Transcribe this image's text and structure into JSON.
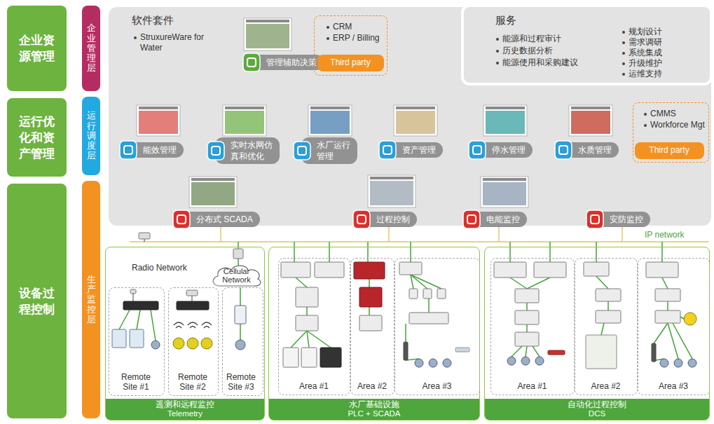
{
  "diagram": {
    "nodes": [
      {
        "text": [
          "企业资源管理"
        ]
      },
      {
        "text": [
          "企业管理层"
        ]
      },
      {
        "text": [
          "软件套件",
          "StruxureWare for Water"
        ]
      },
      {
        "text": [
          "管理辅助决策"
        ],
        "in": 2
      },
      {
        "text": [
          "CRM",
          "ERP / Billing"
        ],
        "in": 2
      },
      {
        "text": [
          "Third party"
        ],
        "in": 4
      },
      {
        "text": [
          "服务",
          "能源和过程审计",
          "历史数据分析",
          "能源使用和采购建议",
          "规划设计",
          "需求调研",
          "系统集成",
          "升级维护",
          "运维支持"
        ]
      },
      {
        "text": [
          "运行优化和资产管理"
        ]
      },
      {
        "text": [
          "运行调度层"
        ]
      },
      {
        "text": [
          "能效管理"
        ]
      },
      {
        "text": [
          "实时水网仿真和优化"
        ]
      },
      {
        "text": [
          "水厂运行管理"
        ]
      },
      {
        "text": [
          "资产管理"
        ]
      },
      {
        "text": [
          "停水管理"
        ]
      },
      {
        "text": [
          "水质管理"
        ]
      },
      {
        "text": [
          "CMMS",
          "Workforce Mgt"
        ]
      },
      {
        "text": [
          "Third party"
        ],
        "in": 15
      },
      {
        "text": [
          "设备过程控制"
        ]
      },
      {
        "text": [
          "生产监控层"
        ]
      },
      {
        "text": [
          "分布式 SCADA"
        ]
      },
      {
        "text": [
          "过程控制"
        ]
      },
      {
        "text": [
          "电能监控"
        ]
      },
      {
        "text": [
          "安防监控"
        ]
      },
      {
        "text": [
          "遥测和远程监控",
          "Telemetry"
        ]
      },
      {
        "text": [
          "Cellular Network"
        ],
        "in": 23
      },
      {
        "text": [
          "Remote Site #1"
        ],
        "in": 23
      },
      {
        "text": [
          "Remote Site #2"
        ],
        "in": 23
      },
      {
        "text": [
          "Remote Site #3"
        ],
        "in": 23
      },
      {
        "text": [
          "水厂基础设施",
          "PLC + SCADA"
        ]
      },
      {
        "text": [
          "Area #1"
        ],
        "in": 28
      },
      {
        "text": [
          "Area #2"
        ],
        "in": 28
      },
      {
        "text": [
          "Area #3"
        ],
        "in": 28
      },
      {
        "text": [
          "自动化过程控制",
          "DCS"
        ]
      },
      {
        "text": [
          "Area #1"
        ],
        "in": 32
      },
      {
        "text": [
          "Area #2"
        ],
        "in": 32
      },
      {
        "text": [
          "Area #3"
        ],
        "in": 32
      }
    ],
    "labels": [
      "Radio Network",
      "IP network"
    ]
  }
}
